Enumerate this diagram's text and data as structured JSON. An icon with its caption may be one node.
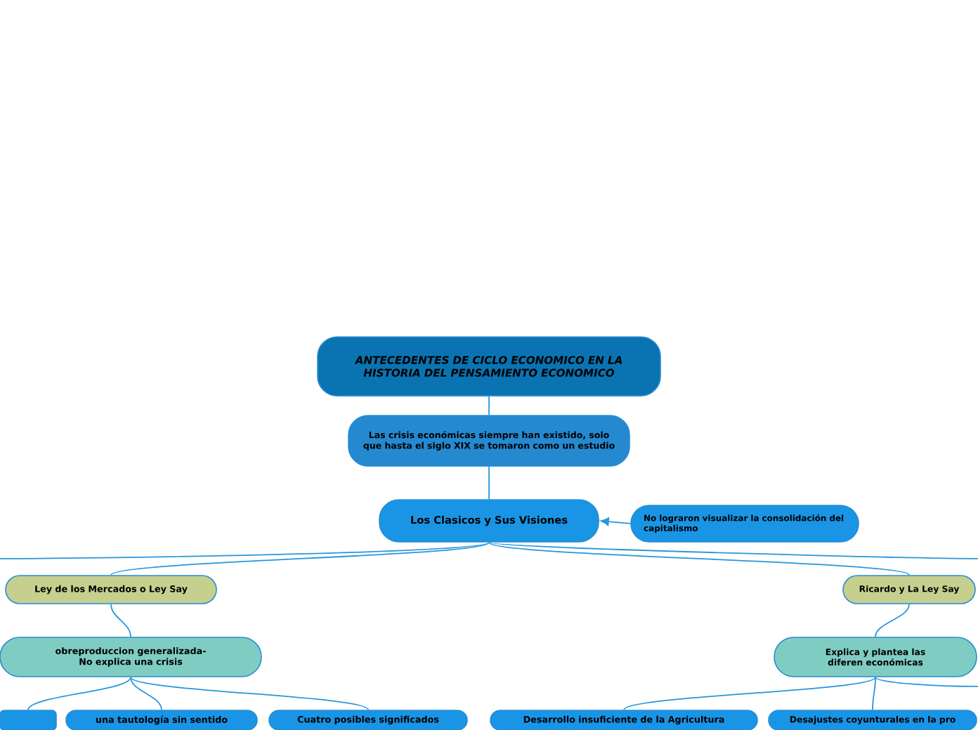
{
  "diagram": {
    "nodes": [
      {
        "text": [
          "ANTECEDENTES DE CICLO ECONOMICO EN LA HISTORIA DEL PENSAMIENTO ECONOMICO"
        ]
      },
      {
        "text": [
          "Las crisis económicas siempre han existido, solo que hasta el siglo XIX se tomaron como un estudio"
        ]
      },
      {
        "text": [
          "Los Clasicos y Sus Visiones"
        ]
      },
      {
        "text": [
          "No lograron visualizar la consolidación del capitalismo"
        ]
      },
      {
        "text": [
          "Ley de los Mercados o Ley Say"
        ]
      },
      {
        "text": [
          "Ricardo y La Ley Say"
        ]
      },
      {
        "text": [
          "obreproduccion generalizada-No explica una crisis"
        ]
      },
      {
        "text": [
          "Explica y plantea las diferen económicas"
        ]
      },
      {
        "text": [],
        "shape": "box"
      },
      {
        "text": [
          "una tautología sin sentido"
        ]
      },
      {
        "text": [
          "Cuatro posibles significados"
        ]
      },
      {
        "text": [
          "Desarrollo insuficiente de la Agricultura"
        ]
      },
      {
        "text": [
          "Desajustes coyunturales en la pro"
        ]
      }
    ],
    "edges": [
      {
        "from": 0,
        "to": 1,
        "arrow": "none"
      },
      {
        "from": 1,
        "to": 2,
        "arrow": "none"
      },
      {
        "from": 3,
        "to": 2,
        "arrow": "to"
      },
      {
        "from": 2,
        "to": 4,
        "arrow": "none"
      },
      {
        "from": 2,
        "to": 5,
        "arrow": "none"
      },
      {
        "from": 4,
        "to": 6,
        "arrow": "none"
      },
      {
        "from": 5,
        "to": 7,
        "arrow": "none"
      },
      {
        "from": 6,
        "to": 8,
        "arrow": "none"
      },
      {
        "from": 6,
        "to": 9,
        "arrow": "none"
      },
      {
        "from": 6,
        "to": 10,
        "arrow": "none"
      },
      {
        "from": 7,
        "to": 11,
        "arrow": "none"
      },
      {
        "from": 7,
        "to": 12,
        "arrow": "none"
      },
      {
        "from": 2,
        "to": null,
        "arrow": "none"
      },
      {
        "from": 2,
        "to": null,
        "arrow": "none"
      },
      {
        "from": 7,
        "to": null,
        "arrow": "none"
      }
    ]
  }
}
